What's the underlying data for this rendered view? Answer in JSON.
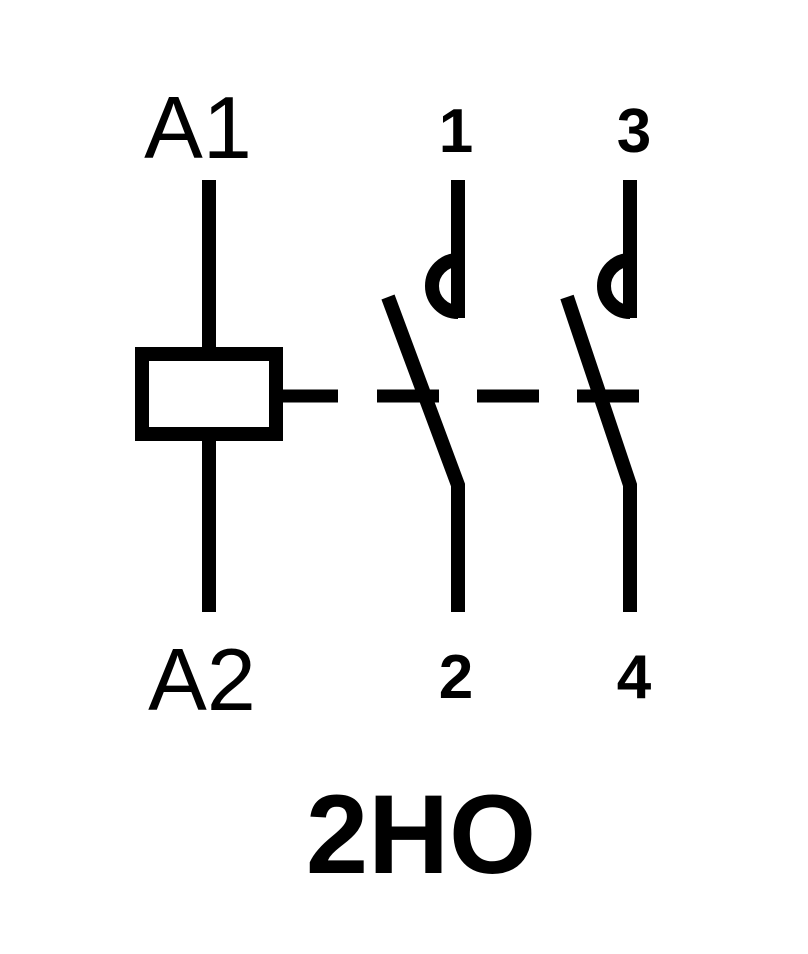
{
  "coil": {
    "terminal_top": "A1",
    "terminal_bottom": "A2"
  },
  "contacts": [
    {
      "terminal_top": "1",
      "terminal_bottom": "2"
    },
    {
      "terminal_top": "3",
      "terminal_bottom": "4"
    }
  ],
  "caption": "2HO",
  "colors": {
    "stroke": "#000000",
    "background": "#ffffff"
  }
}
